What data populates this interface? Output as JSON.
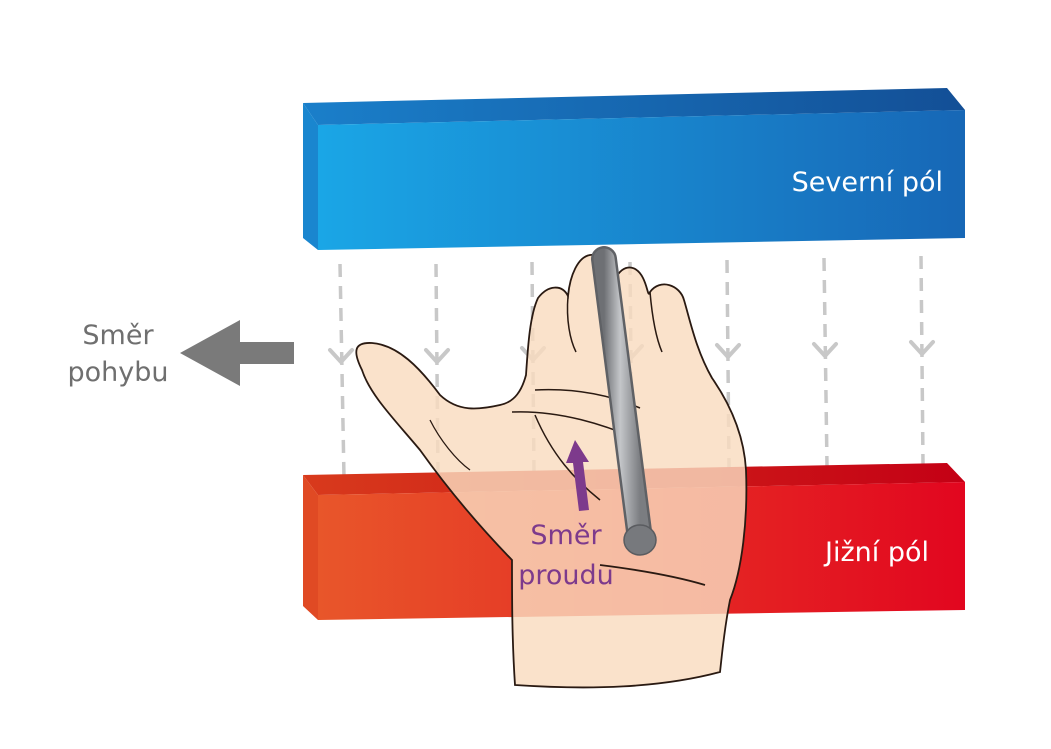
{
  "labels": {
    "north_pole": "Severní pól",
    "south_pole": "Jižní pól",
    "motion_line1": "Směr",
    "motion_line2": "pohybu",
    "current_line1": "Směr",
    "current_line2": "proudu"
  },
  "colors": {
    "north_light": "#1a9ee0",
    "north_dark": "#1565b4",
    "south_light": "#e8552a",
    "south_dark": "#e3051f",
    "field_line": "#c8c8c8",
    "motion_arrow": "#7a7a7a",
    "current": "#7d3a8c",
    "skin": "#f9dcc0",
    "skin_outline": "#2a1a12",
    "conductor": "#8a8c90"
  }
}
